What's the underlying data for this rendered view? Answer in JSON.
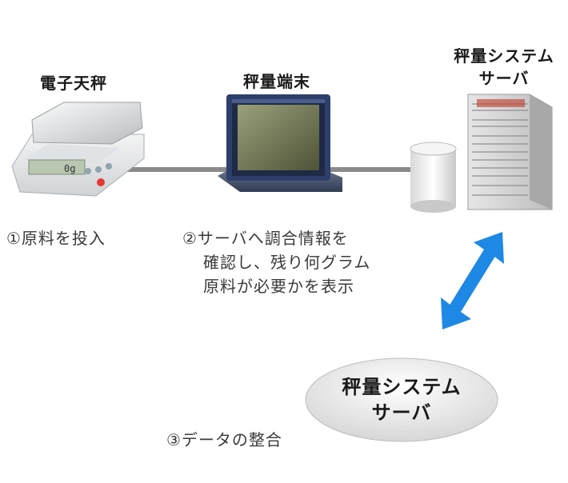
{
  "devices": {
    "scale_title": "電子天秤",
    "terminal_title": "秤量端末",
    "server_title_line1": "秤量システム",
    "server_title_line2": "サーバ",
    "scale_display": "0g"
  },
  "steps": {
    "step1": "①原料を投入",
    "step2_line1": "②サーバへ調合情報を",
    "step2_line2": "確認し、残り何グラム",
    "step2_line3": "原料が必要かを表示",
    "step3": "③データの整合"
  },
  "cloud": {
    "line1": "秤量システム",
    "line2": "サーバ"
  },
  "colors": {
    "arrow": "#1e88e5",
    "line": "#8a8a8a"
  }
}
